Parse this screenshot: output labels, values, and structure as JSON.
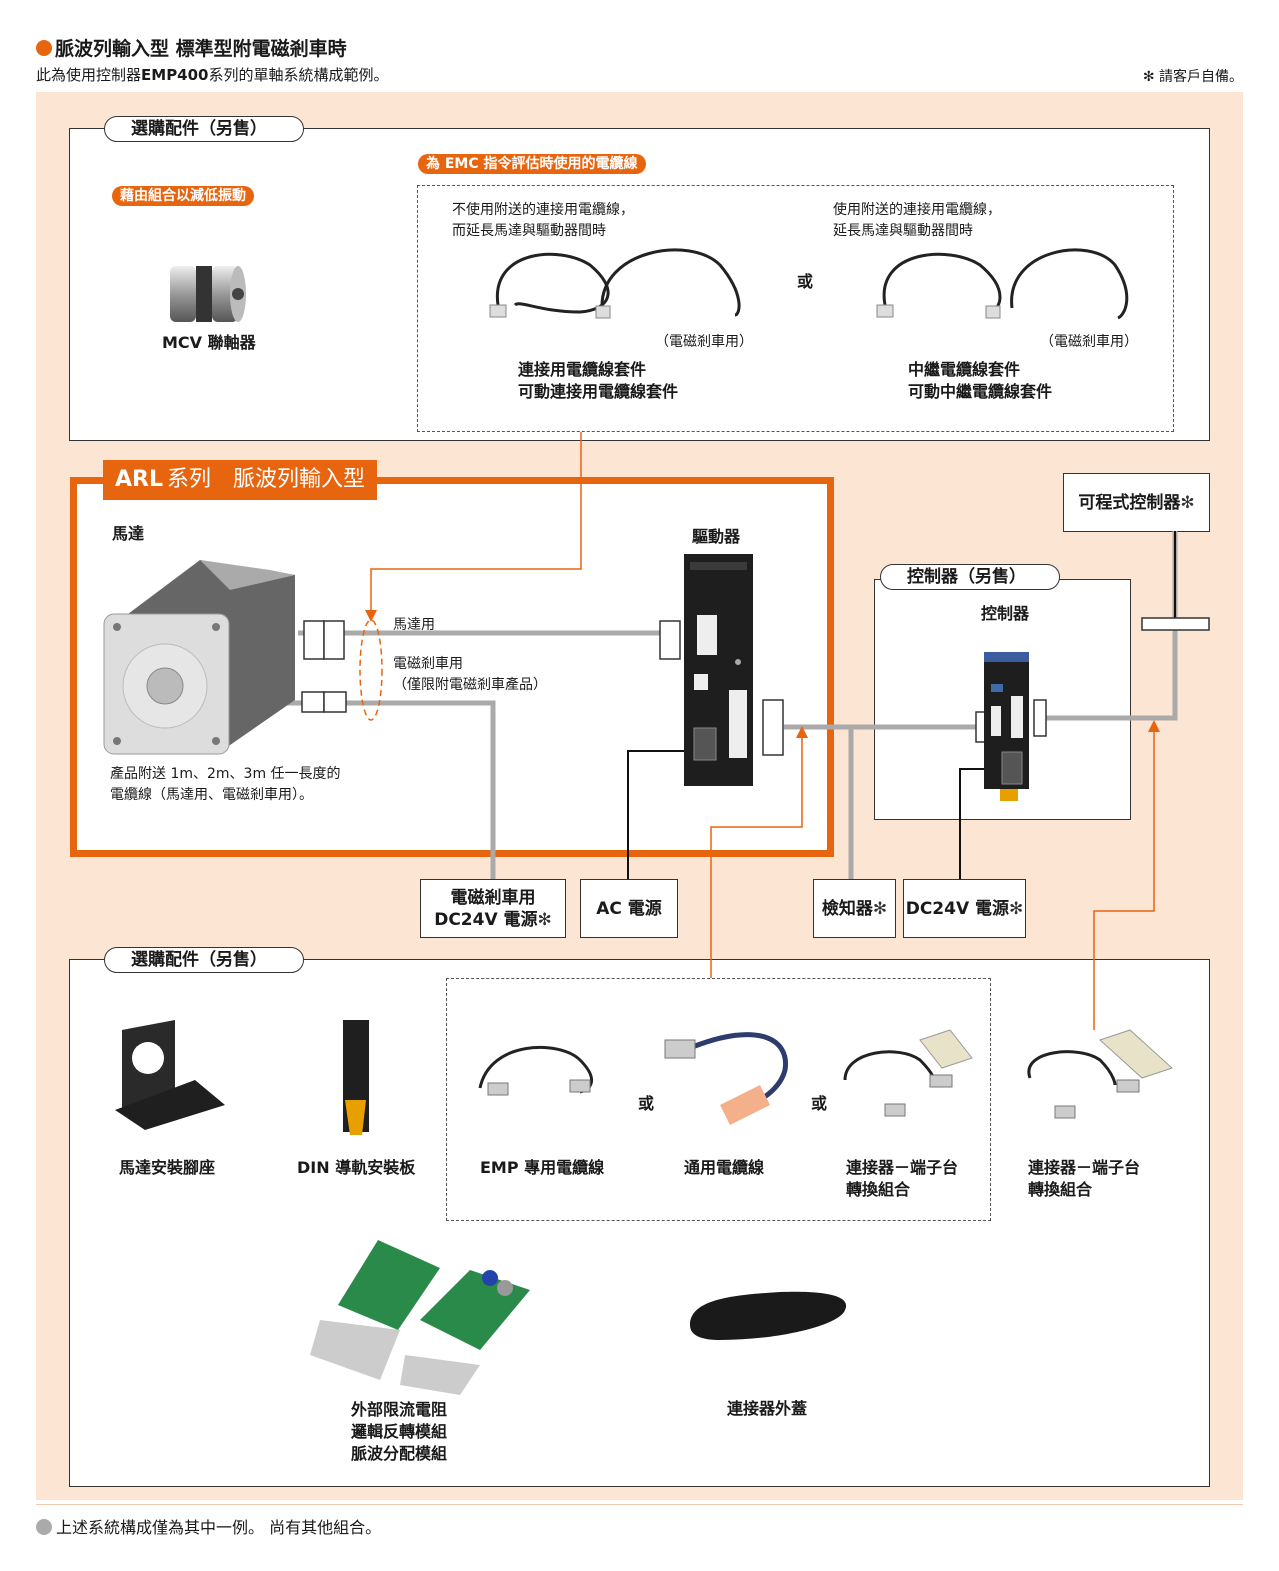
{
  "header": {
    "title": "脈波列輸入型 標準型附電磁剎車時",
    "subtitle_pre": "此為使用控制器",
    "subtitle_model": "EMP400",
    "subtitle_post": "系列的單軸系統構成範例。",
    "note": "✻ 請客戶自備。"
  },
  "top_options": {
    "label": "選購配件（另售）",
    "vibration_tag": "藉由組合以減低振動",
    "coupling_label": "MCV 聯軸器",
    "emc_tag": "為 EMC 指令評估時使用的電纜線",
    "left_desc": [
      "不使用附送的連接用電纜線，",
      "而延長馬達與驅動器間時"
    ],
    "right_desc": [
      "使用附送的連接用電纜線，",
      "延長馬達與驅動器間時"
    ],
    "or": "或",
    "brake_note_left": "（電磁剎車用）",
    "brake_note_right": "（電磁剎車用）",
    "left_kit": [
      "連接用電纜線套件",
      "可動連接用電纜線套件"
    ],
    "right_kit": [
      "中繼電纜線套件",
      "可動中繼電纜線套件"
    ]
  },
  "arl": {
    "tab_brand": "ARL",
    "tab_text": "系列　脈波列輸入型",
    "motor_label": "馬達",
    "driver_label": "驅動器",
    "motor_cable": "馬達用",
    "brake_cable": [
      "電磁剎車用",
      "（僅限附電磁剎車產品）"
    ],
    "included_note": [
      "產品附送 1m、2m、3m 任一長度的",
      "電纜線（馬達用、電磁剎車用）。"
    ]
  },
  "controller": {
    "label": "控制器（另售）",
    "name": "控制器",
    "plc": "可程式控制器",
    "star": "✻"
  },
  "power_boxes": {
    "brake_power": [
      "電磁剎車用",
      "DC24V 電源"
    ],
    "ac_power": "AC 電源",
    "sensor": "檢知器",
    "dc24": "DC24V 電源",
    "star": "✻"
  },
  "bottom_options": {
    "label": "選購配件（另售）",
    "mount": "馬達安裝腳座",
    "din": "DIN 導軌安裝板",
    "emp_cable": "EMP 專用電纜線",
    "general_cable": "通用電纜線",
    "or": "或",
    "terminal_1": [
      "連接器－端子台",
      "轉換組合"
    ],
    "terminal_2": [
      "連接器－端子台",
      "轉換組合"
    ],
    "modules": [
      "外部限流電阻",
      "邏輯反轉模組",
      "脈波分配模組"
    ],
    "cover": "連接器外蓋"
  },
  "footer": "上述系統構成僅為其中一例。 尚有其他組合。",
  "colors": {
    "accent": "#e8650f",
    "background": "#fde5d3",
    "cable": "#aaaaaa"
  }
}
